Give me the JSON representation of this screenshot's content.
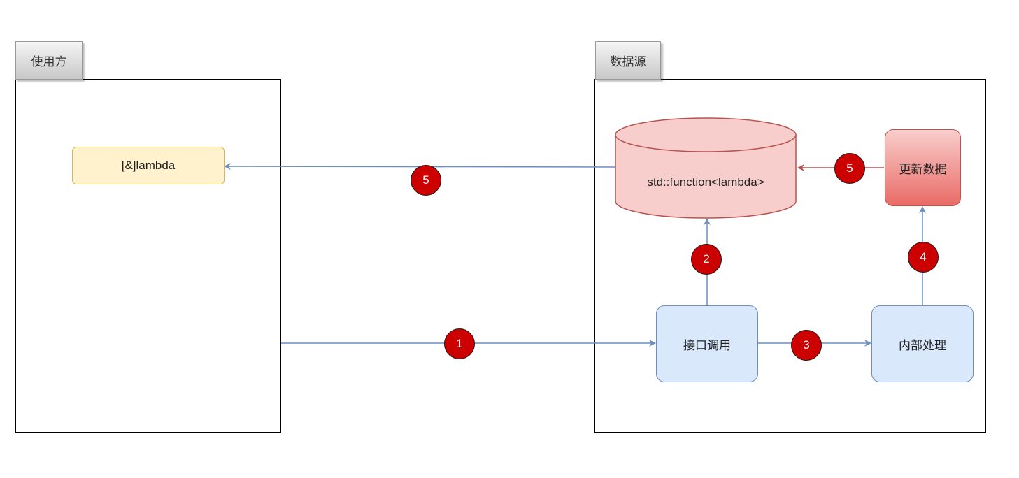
{
  "left_container": {
    "tab_label": "使用方",
    "lambda_label": "[&]lambda"
  },
  "right_container": {
    "tab_label": "数据源",
    "storage_label": "std::function<lambda>",
    "update_label": "更新数据",
    "call_label": "接口调用",
    "process_label": "内部处理"
  },
  "steps": {
    "step1": "1",
    "step2": "2",
    "step3": "3",
    "step4": "4",
    "step5_update": "5",
    "step5_callback": "5"
  },
  "colors": {
    "badge": "#cc0000",
    "arrow_blue": "#6c8ebf",
    "arrow_red": "#b85450"
  }
}
